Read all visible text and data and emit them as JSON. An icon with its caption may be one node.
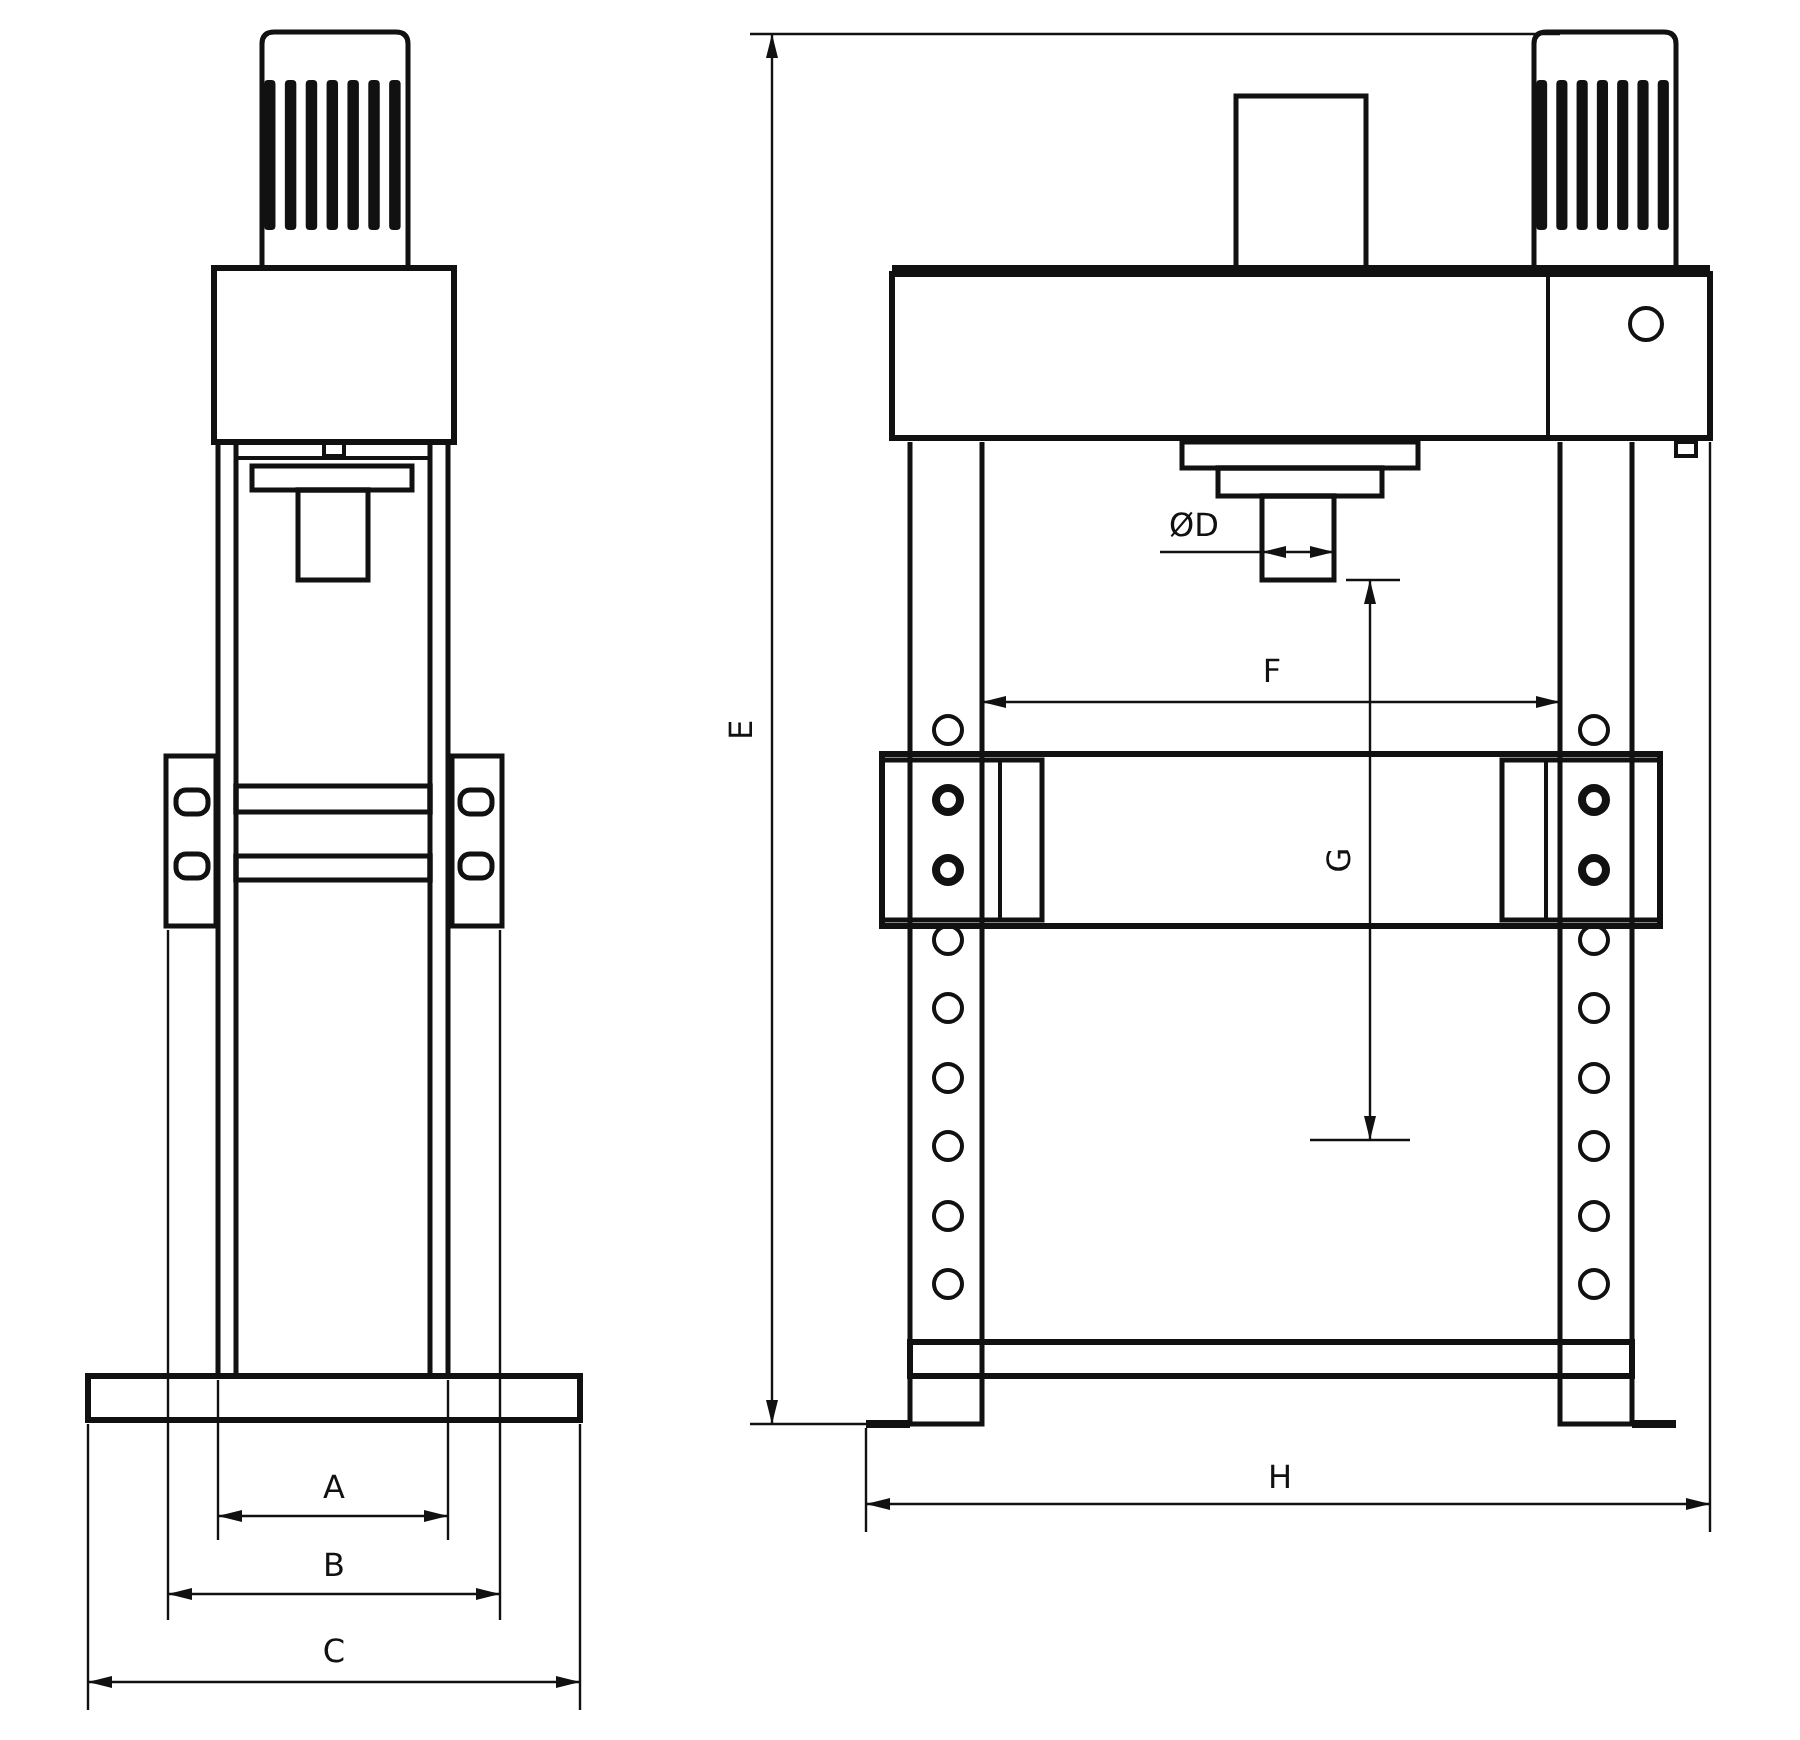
{
  "diagram": {
    "labels": [
      "ØD",
      "F",
      "E",
      "G",
      "A",
      "H",
      "B",
      "C"
    ]
  }
}
